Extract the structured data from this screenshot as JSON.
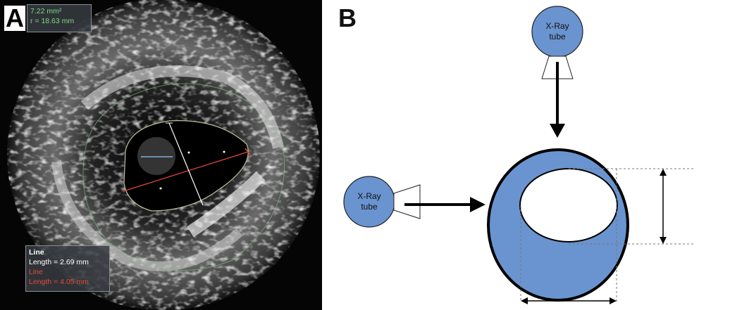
{
  "panel_a": {
    "letter": "A",
    "area_box": {
      "line1": "7.22 mm²",
      "line2": "r = 18.63 mm"
    },
    "measure_box": {
      "title": "Line",
      "length1": "Length = 2.69 mm",
      "label2": "Line",
      "length2": "Length = 4.05 mm"
    }
  },
  "panel_b": {
    "letter": "B",
    "tube_top": {
      "line1": "X-Ray",
      "line2": "tube"
    },
    "tube_left": {
      "line1": "X-Ray",
      "line2": "tube"
    },
    "colors": {
      "vessel": "#6a94cf",
      "outline": "#000000"
    }
  }
}
